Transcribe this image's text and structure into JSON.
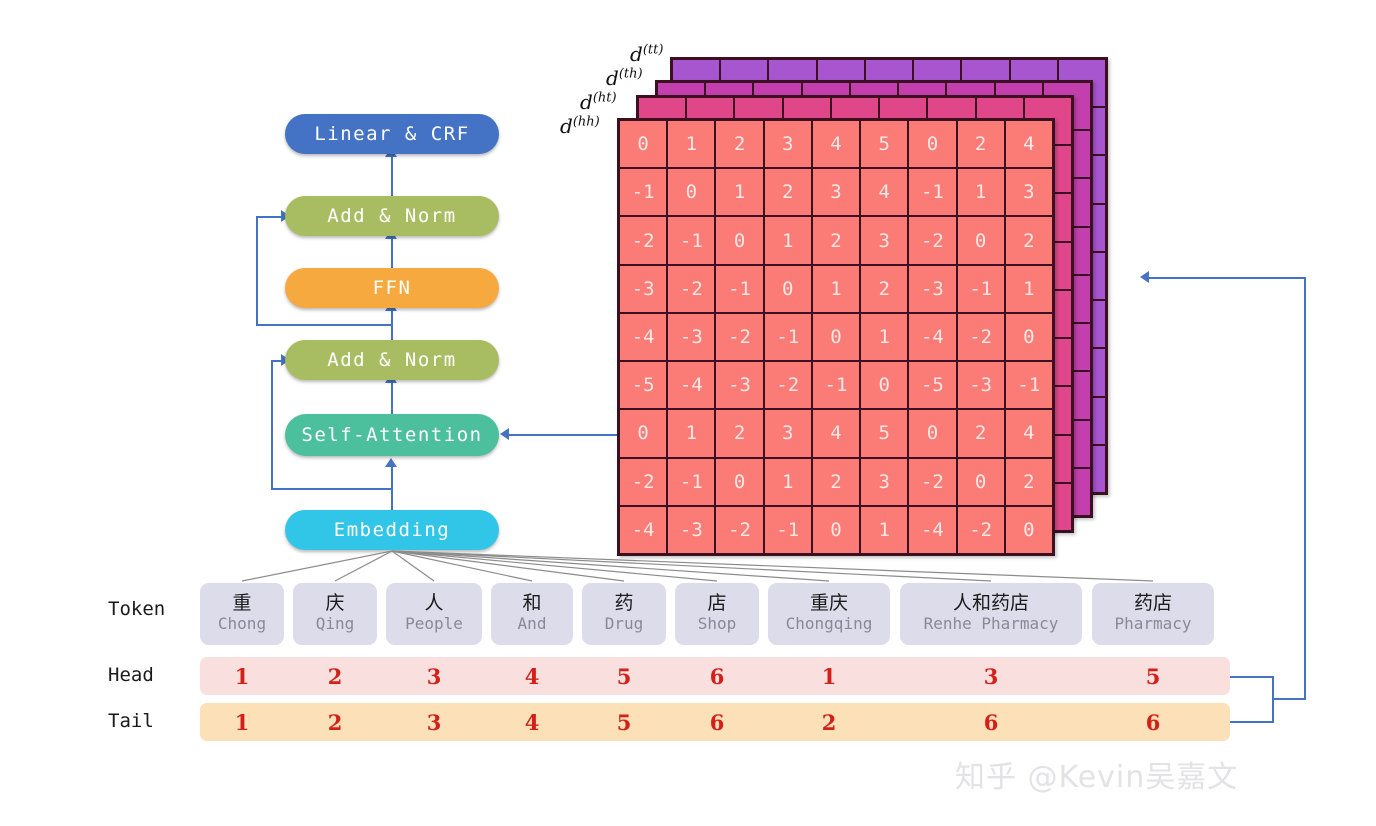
{
  "encoder": {
    "blocks": [
      {
        "id": "linear",
        "label": "Linear & CRF",
        "color": "#4472c4"
      },
      {
        "id": "addnorm2",
        "label": "Add & Norm",
        "color": "#a8bd62"
      },
      {
        "id": "ffn",
        "label": "FFN",
        "color": "#f5a93f"
      },
      {
        "id": "addnorm1",
        "label": "Add & Norm",
        "color": "#a8bd62"
      },
      {
        "id": "selfattn",
        "label": "Self-Attention",
        "color": "#4cbf9c"
      },
      {
        "id": "embedding",
        "label": "Embedding",
        "color": "#31c5e8"
      }
    ]
  },
  "matrix": {
    "labels": {
      "hh": {
        "base": "d",
        "sup": "(hh)"
      },
      "ht": {
        "base": "d",
        "sup": "(ht)"
      },
      "th": {
        "base": "d",
        "sup": "(th)"
      },
      "tt": {
        "base": "d",
        "sup": "(tt)"
      }
    },
    "layer_colors": {
      "hh": "#fb7b77",
      "ht": "#e0478b",
      "th": "#c23fad",
      "tt": "#a855d0"
    },
    "rows": 9,
    "cols": 9,
    "values": [
      [
        0,
        1,
        2,
        3,
        4,
        5,
        0,
        2,
        4
      ],
      [
        -1,
        0,
        1,
        2,
        3,
        4,
        -1,
        1,
        3
      ],
      [
        -2,
        -1,
        0,
        1,
        2,
        3,
        -2,
        0,
        2
      ],
      [
        -3,
        -2,
        -1,
        0,
        1,
        2,
        -3,
        -1,
        1
      ],
      [
        -4,
        -3,
        -2,
        -1,
        0,
        1,
        -4,
        -2,
        0
      ],
      [
        -5,
        -4,
        -3,
        -2,
        -1,
        0,
        -5,
        -3,
        -1
      ],
      [
        0,
        1,
        2,
        3,
        4,
        5,
        0,
        2,
        4
      ],
      [
        -2,
        -1,
        0,
        1,
        2,
        3,
        -2,
        0,
        2
      ],
      [
        -4,
        -3,
        -2,
        -1,
        0,
        1,
        -4,
        -2,
        0
      ]
    ]
  },
  "rows": {
    "token_label": "Token",
    "head_label": "Head",
    "tail_label": "Tail",
    "tokens": [
      {
        "cn": "重",
        "en": "Chong"
      },
      {
        "cn": "庆",
        "en": "Qing"
      },
      {
        "cn": "人",
        "en": "People"
      },
      {
        "cn": "和",
        "en": "And"
      },
      {
        "cn": "药",
        "en": "Drug"
      },
      {
        "cn": "店",
        "en": "Shop"
      },
      {
        "cn": "重庆",
        "en": "Chongqing"
      },
      {
        "cn": "人和药店",
        "en": "Renhe Pharmacy"
      },
      {
        "cn": "药店",
        "en": "Pharmacy"
      }
    ],
    "head_values": [
      1,
      2,
      3,
      4,
      5,
      6,
      1,
      3,
      5
    ],
    "tail_values": [
      1,
      2,
      3,
      4,
      5,
      6,
      2,
      6,
      6
    ],
    "head_color": "#fadfdf",
    "tail_color": "#fbe0b8",
    "value_color": "#d42018"
  },
  "watermark": {
    "text": "知乎 @Kevin吴嘉文"
  },
  "colors": {
    "arrow": "#4472c4",
    "fan_line": "#8c8c8c",
    "cell_border": "#3b1020"
  }
}
